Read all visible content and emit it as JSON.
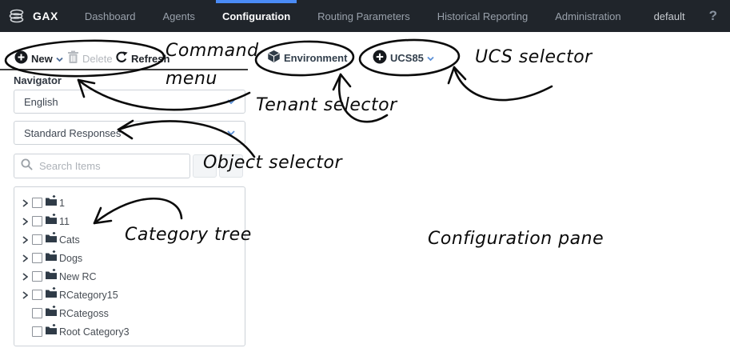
{
  "nav": {
    "brand": "GAX",
    "items": [
      {
        "label": "Dashboard"
      },
      {
        "label": "Agents"
      },
      {
        "label": "Configuration",
        "active": true
      },
      {
        "label": "Routing Parameters"
      },
      {
        "label": "Historical Reporting"
      },
      {
        "label": "Administration"
      }
    ],
    "user": "default",
    "help": "?"
  },
  "toolbar": {
    "new_label": "New",
    "delete_label": "Delete",
    "refresh_label": "Refresh",
    "environment_label": "Environment",
    "ucs_label": "UCS85"
  },
  "sidebar": {
    "navigator_label": "Navigator",
    "language_value": "English",
    "object_type_value": "Standard Responses",
    "search_placeholder": "Search Items"
  },
  "tree": {
    "items": [
      {
        "label": "1",
        "expandable": true
      },
      {
        "label": "11",
        "expandable": true
      },
      {
        "label": "Cats",
        "expandable": true
      },
      {
        "label": "Dogs",
        "expandable": true
      },
      {
        "label": "New RC",
        "expandable": true
      },
      {
        "label": "RCategory15",
        "expandable": true
      },
      {
        "label": "RCategoss",
        "expandable": false
      },
      {
        "label": "Root Category3",
        "expandable": false
      }
    ]
  },
  "annotations": {
    "command_menu": "Command menu",
    "tenant_selector": "Tenant selector",
    "ucs_selector": "UCS selector",
    "object_selector": "Object selector",
    "category_tree": "Category tree",
    "configuration_pane": "Configuration pane"
  },
  "colors": {
    "nav_background": "#20252b",
    "active_tab_accent": "#4a8bf5",
    "select_chevron": "#5a8fd6",
    "folder_icon": "#2f3b47",
    "annotation_ink": "#0b0b0b"
  }
}
